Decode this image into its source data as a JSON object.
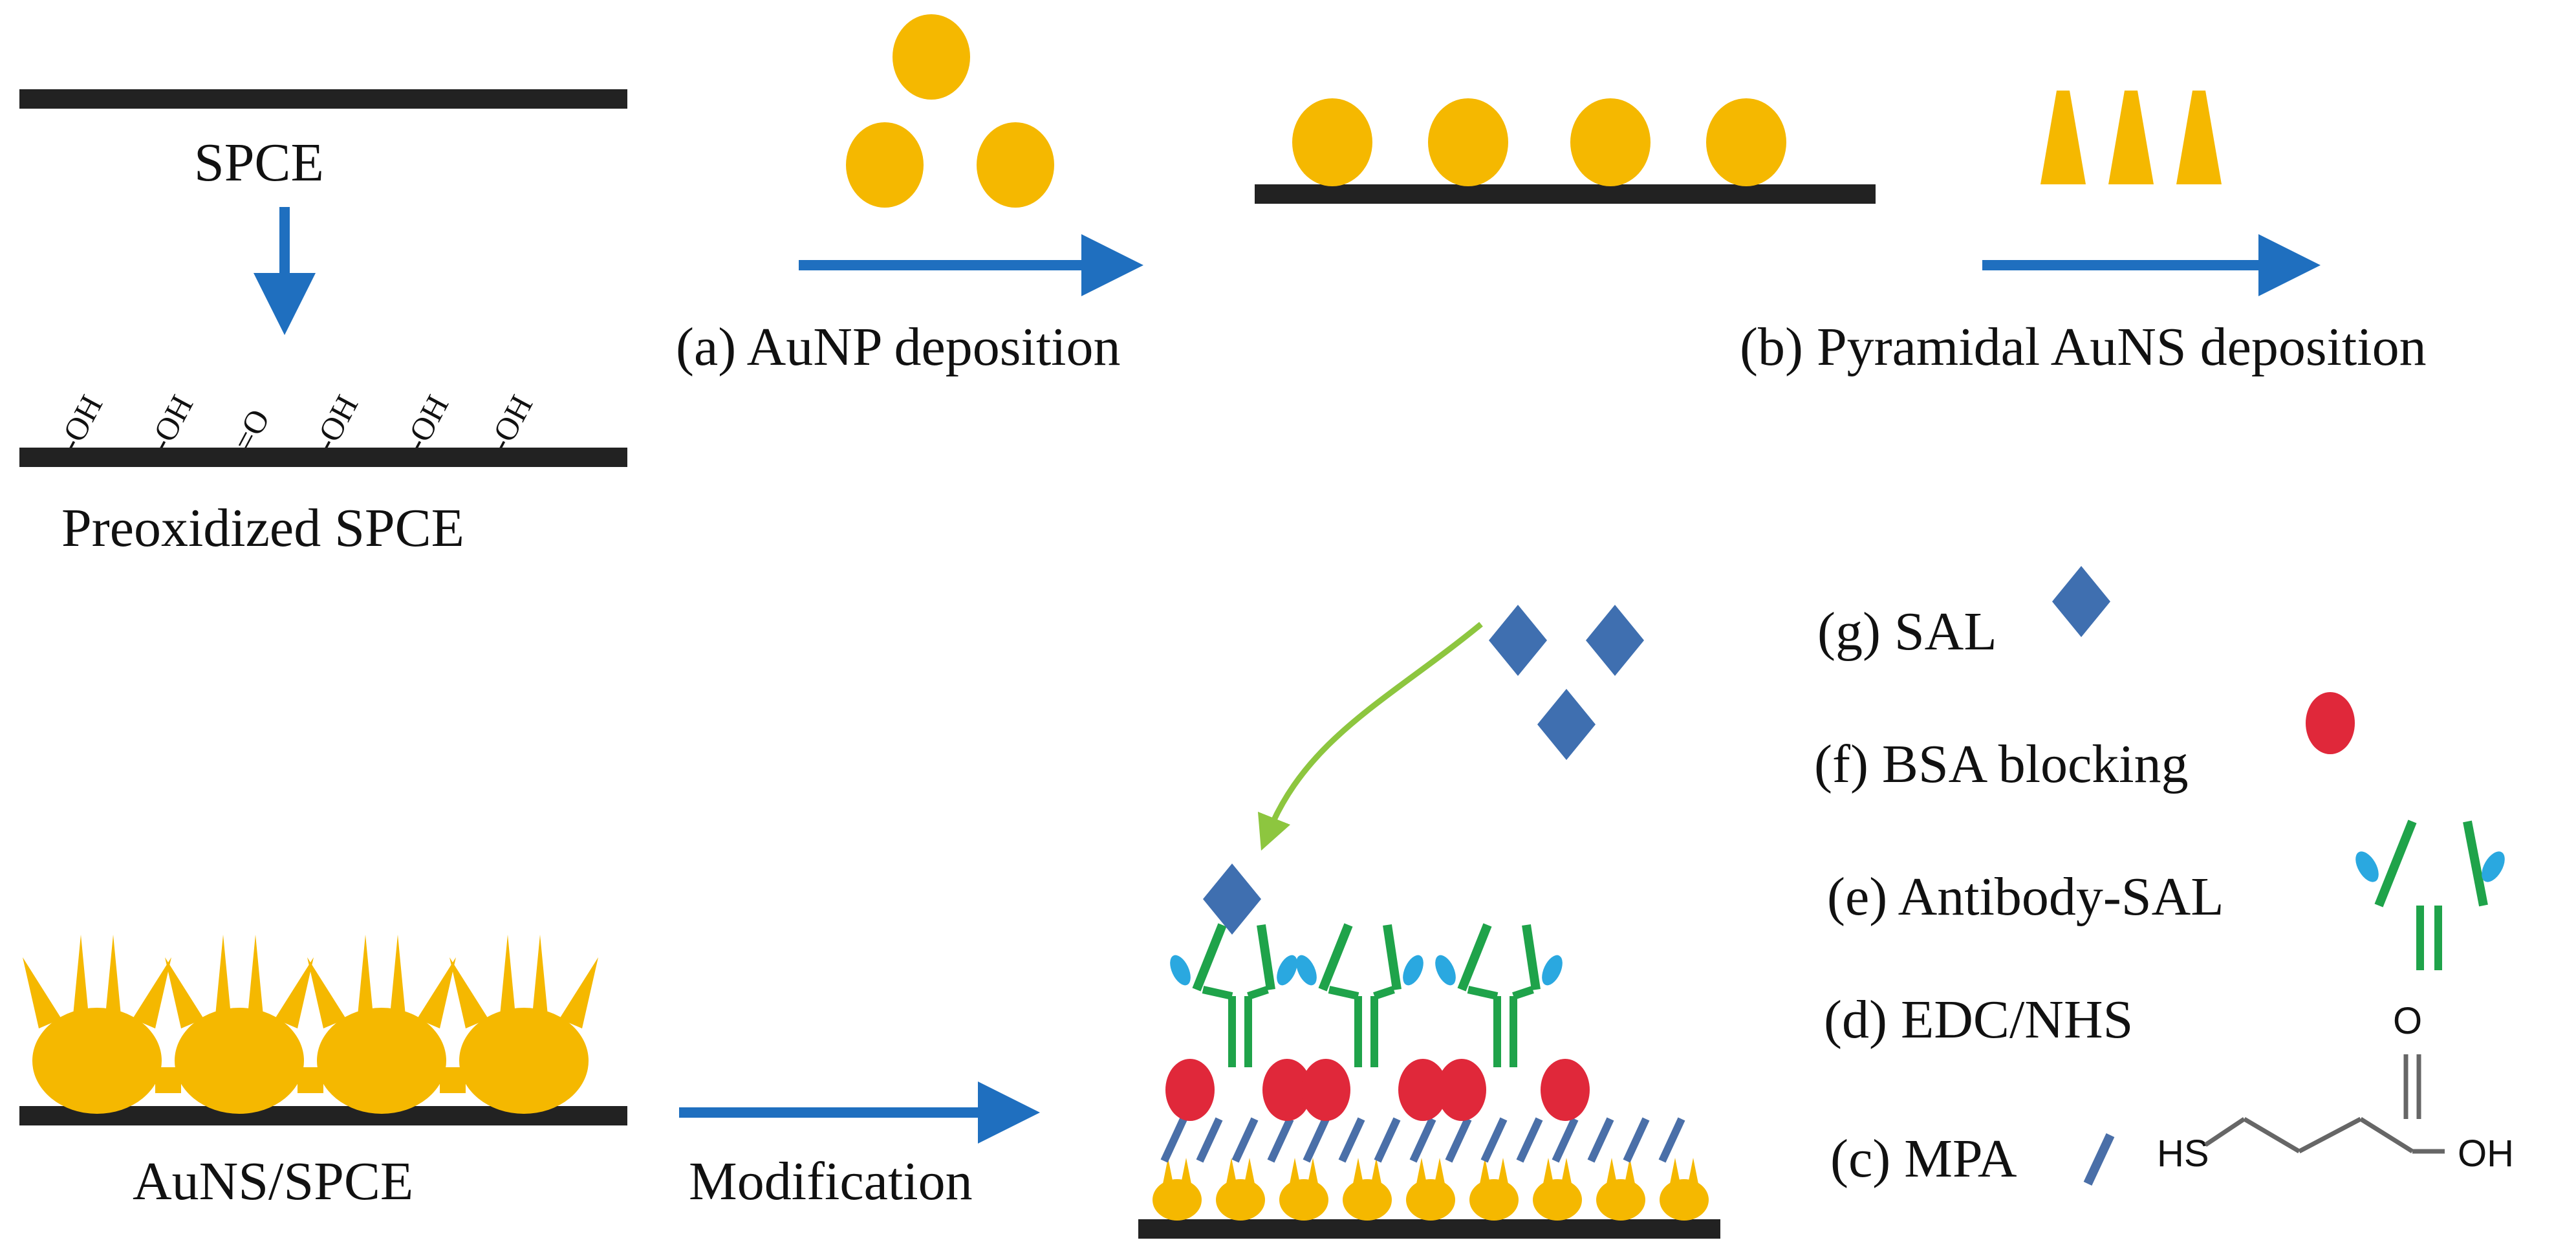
{
  "labels": {
    "spce": "SPCE",
    "preoxidized": "Preoxidized SPCE",
    "step_a": "(a) AuNP deposition",
    "step_b": "(b) Pyramidal AuNS deposition",
    "ausns_spce": "AuNS/SPCE",
    "modification": "Modification",
    "legend_g": "(g) SAL",
    "legend_f": "(f) BSA blocking",
    "legend_e": "(e) Antibody-SAL",
    "legend_d": "(d) EDC/NHS",
    "legend_c": "(c) MPA"
  },
  "surface_groups": [
    "-OH",
    "-OH",
    "=O",
    "-OH",
    "-OH",
    "-OH"
  ],
  "mpa_structure": {
    "thiol": "HS",
    "carbonyl_o": "O",
    "hydroxyl": "OH"
  },
  "colors": {
    "electrode": "#222222",
    "gold": "#F5B800",
    "arrow": "#1F6FBF",
    "sal": "#3F6FB0",
    "bsa": "#E0283A",
    "antibody": "#1FA34A",
    "antibody_fragment": "#2AA8E0",
    "mpa": "#4A6FA8",
    "curved_arrow": "#8DC63F"
  }
}
